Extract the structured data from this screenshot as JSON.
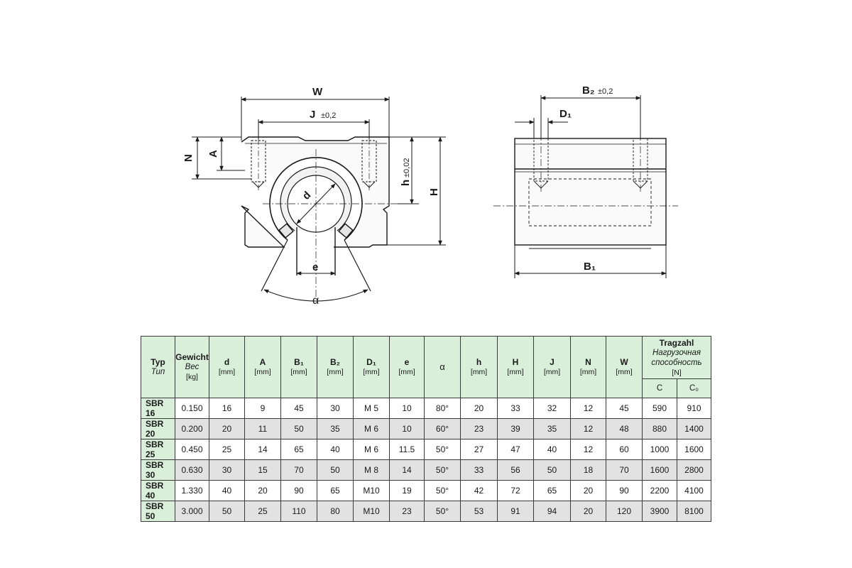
{
  "drawing": {
    "labels": {
      "W": "W",
      "J": "J",
      "J_tol": "±0,2",
      "N": "N",
      "A": "A",
      "h": "h",
      "h_tol": "±0,02",
      "H": "H",
      "d": "d",
      "e": "e",
      "alpha": "α",
      "B2": "B₂",
      "B2_tol": "±0,2",
      "D1": "D₁",
      "B1": "B₁"
    }
  },
  "table": {
    "headers": {
      "typ": {
        "main": "Typ",
        "sub": "Тип"
      },
      "weight": {
        "main": "Gewicht",
        "sub": "Вес",
        "unit": "[kg]"
      },
      "d": {
        "main": "d",
        "unit": "[mm]"
      },
      "A": {
        "main": "A",
        "unit": "[mm]"
      },
      "B1": {
        "main": "B₁",
        "unit": "[mm]"
      },
      "B2": {
        "main": "B₂",
        "unit": "[mm]"
      },
      "D1": {
        "main": "D₁",
        "unit": "[mm]"
      },
      "e": {
        "main": "e",
        "unit": "[mm]"
      },
      "alpha": {
        "main": "α"
      },
      "h": {
        "main": "h",
        "unit": "[mm]"
      },
      "H": {
        "main": "H",
        "unit": "[mm]"
      },
      "J": {
        "main": "J",
        "unit": "[mm]"
      },
      "N": {
        "main": "N",
        "unit": "[mm]"
      },
      "W": {
        "main": "W",
        "unit": "[mm]"
      },
      "load": {
        "main": "Tragzahl",
        "sub": "Нагрузочная способность",
        "unit": "[N]",
        "C": "C",
        "C0": "C₀"
      }
    },
    "rows": [
      [
        "SBR 16",
        "0.150",
        "16",
        "9",
        "45",
        "30",
        "M  5",
        "10",
        "80°",
        "20",
        "33",
        "32",
        "12",
        "45",
        "590",
        "910"
      ],
      [
        "SBR 20",
        "0.200",
        "20",
        "11",
        "50",
        "35",
        "M  6",
        "10",
        "60°",
        "23",
        "39",
        "35",
        "12",
        "48",
        "880",
        "1400"
      ],
      [
        "SBR 25",
        "0.450",
        "25",
        "14",
        "65",
        "40",
        "M  6",
        "11.5",
        "50°",
        "27",
        "47",
        "40",
        "12",
        "60",
        "1000",
        "1600"
      ],
      [
        "SBR 30",
        "0.630",
        "30",
        "15",
        "70",
        "50",
        "M  8",
        "14",
        "50°",
        "33",
        "56",
        "50",
        "18",
        "70",
        "1600",
        "2800"
      ],
      [
        "SBR 40",
        "1.330",
        "40",
        "20",
        "90",
        "65",
        "M10",
        "19",
        "50°",
        "42",
        "72",
        "65",
        "20",
        "90",
        "2200",
        "4100"
      ],
      [
        "SBR 50",
        "3.000",
        "50",
        "25",
        "110",
        "80",
        "M10",
        "23",
        "50°",
        "53",
        "91",
        "94",
        "20",
        "120",
        "3900",
        "8100"
      ]
    ]
  }
}
